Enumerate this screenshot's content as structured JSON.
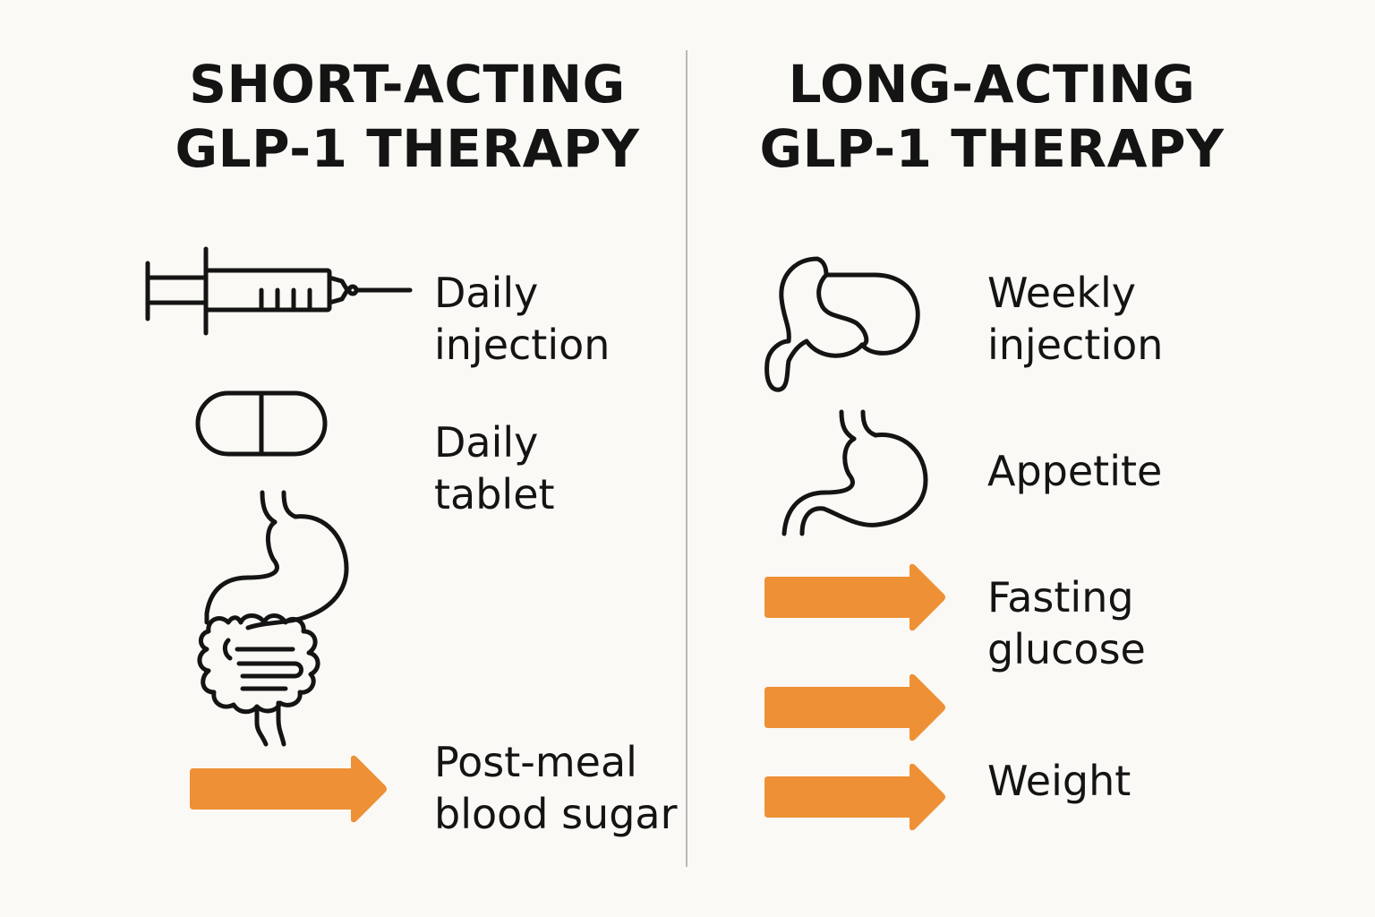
{
  "colors": {
    "background": "#fbf9f5",
    "text": "#141414",
    "accent": "#ee9035",
    "divider": "#b9b9b7"
  },
  "short_acting": {
    "title_line1": "SHORT-ACTING",
    "title_line2": "GLP-1 THERAPY",
    "items": [
      {
        "icon": "syringe-icon",
        "label_line1": "Daily",
        "label_line2": "injection"
      },
      {
        "icon": "tablet-icon",
        "label_line1": "Daily",
        "label_line2": "tablet"
      },
      {
        "icon": "digestive-system-icon"
      },
      {
        "icon": "arrow-right-icon",
        "label_line1": "Post-meal",
        "label_line2": "blood sugar"
      }
    ]
  },
  "long_acting": {
    "title_line1": "LONG-ACTING",
    "title_line2": "GLP-1 THERAPY",
    "items": [
      {
        "icon": "stomach-outline-icon",
        "label_line1": "Weekly",
        "label_line2": "injection"
      },
      {
        "icon": "stomach-icon",
        "label_line1": "Appetite"
      },
      {
        "icon": "arrow-right-icon",
        "label_line1": "Fasting",
        "label_line2": "glucose"
      },
      {
        "icon": "arrow-right-icon"
      },
      {
        "icon": "arrow-right-icon",
        "label_line1": "Weight"
      }
    ]
  }
}
